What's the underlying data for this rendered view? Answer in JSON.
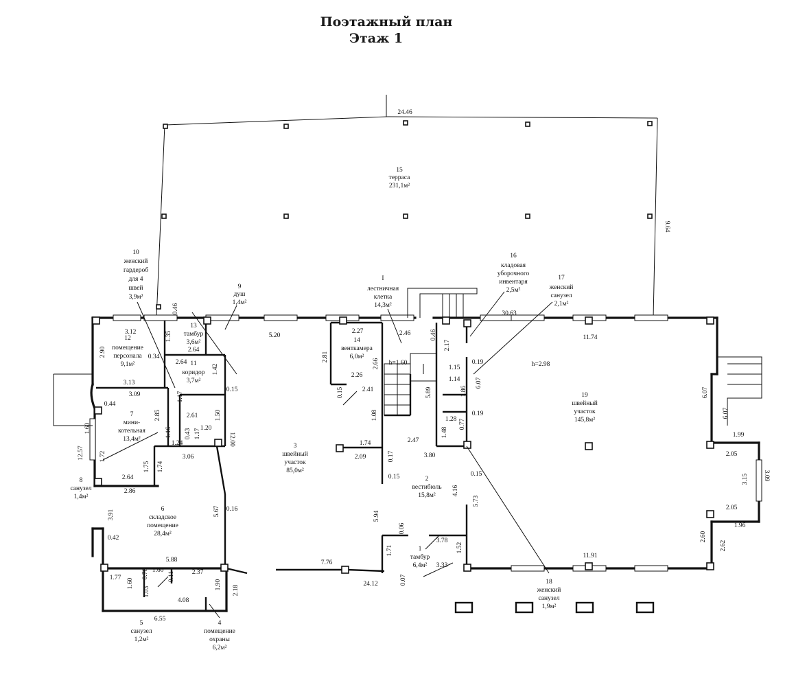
{
  "title": {
    "line1": "Поэтажный план",
    "line2": "Этаж 1"
  },
  "rooms": {
    "r1": {
      "num": "1",
      "name": "тамбур",
      "area": "6,4м²"
    },
    "r2": {
      "num": "2",
      "name": "вестибюль",
      "area": "15,8м²"
    },
    "r3": {
      "num": "3",
      "name1": "швейный",
      "name2": "участок",
      "area": "85,0м²"
    },
    "r4": {
      "num": "4",
      "name1": "помещение",
      "name2": "охраны",
      "area": "6,2м²"
    },
    "r5": {
      "num": "5",
      "name": "санузел",
      "area": "1,2м²"
    },
    "r6": {
      "num": "6",
      "name1": "складское",
      "name2": "помещение",
      "area": "28,4м²"
    },
    "r7": {
      "num": "7",
      "name1": "мини-",
      "name2": "котельная",
      "area": "13,4м²"
    },
    "r8": {
      "num": "8",
      "name": "санузел",
      "area": "1,4м²"
    },
    "r9": {
      "num": "9",
      "name": "душ",
      "area": "1,4м²"
    },
    "r10": {
      "num": "10",
      "name1": "женский",
      "name2": "гардероб",
      "name3": "для 4",
      "name4": "швей",
      "area": "3,9м²"
    },
    "r11": {
      "num": "11",
      "name": "коридор",
      "area": "3,7м²"
    },
    "r12": {
      "num": "12",
      "name1": "помещение",
      "name2": "персонала",
      "area": "9,1м²"
    },
    "r13": {
      "num": "13",
      "name": "тамбур",
      "area": "3,6м²"
    },
    "r14": {
      "num": "14",
      "name": "венткамера",
      "area": "6,0м²"
    },
    "r15": {
      "num": "15",
      "name": "терраса",
      "area": "231,1м²"
    },
    "r16": {
      "num": "16",
      "name1": "кладовая",
      "name2": "уборочного",
      "name3": "инвентаря",
      "area": "2,5м²"
    },
    "r17": {
      "num": "17",
      "name1": "женский",
      "name2": "санузел",
      "area": "2,1м²"
    },
    "r18": {
      "num": "18",
      "name1": "женский",
      "name2": "санузел",
      "area": "1,9м²"
    },
    "r19": {
      "num": "19",
      "name1": "швейный",
      "name2": "участок",
      "area": "145,8м²"
    },
    "rI": {
      "num": "I",
      "name1": "лестничная",
      "name2": "клетка",
      "area": "14,3м²"
    }
  },
  "dimensions": {
    "d24_46": "24.46",
    "d9_64": "9.64",
    "d30_63": "30.63",
    "d11_74": "11.74",
    "d5_20": "5.20",
    "d2_46": "2.46",
    "d0_46a": "0.46",
    "d0_46b": "0.46",
    "d3_12": "3.12",
    "d1_35": "1.35",
    "d2_90": "2.90",
    "d0_34": "0.34",
    "d2_64a": "2.64",
    "d2_64b": "2.64",
    "d1_42": "1.42",
    "d0_15a": "0.15",
    "d3_13": "3.13",
    "d3_09": "3.09",
    "d0_44": "0.44",
    "d2_85": "2.85",
    "d1_17a": "1.17",
    "d2_61": "2.61",
    "d1_50": "1.50",
    "d1_16": "1.16",
    "d1_24": "1.24",
    "d0_43": "0.43",
    "d1_20": "1.20",
    "d1_17b": "1.17",
    "d12_00": "12.00",
    "d1_60a": "1.60",
    "d12_57": "12.57",
    "d1_72": "1.72",
    "d3_06": "3.06",
    "d1_75": "1.75",
    "d1_74": "1.74",
    "d2_64c": "2.64",
    "d2_86": "2.86",
    "d3_91": "3.91",
    "d0_42": "0.42",
    "d5_67": "5.67",
    "d0_16": "0.16",
    "d5_88": "5.88",
    "d1_77": "1.77",
    "d0_78": "0.78",
    "d1_60b": "1.60",
    "d2_37": "2.37",
    "d0_11": "0.11",
    "d1_60c": "1.60",
    "d1_03": "1.03",
    "d1_90": "1.90",
    "d2_18": "2.18",
    "d4_08": "4.08",
    "d6_55": "6.55",
    "d7_76": "7.76",
    "d24_12": "24.12",
    "d2_27": "2.27",
    "d2_81": "2.81",
    "d2_66": "2.66",
    "d2_26": "2.26",
    "d0_15b": "0.15",
    "d2_41": "2.41",
    "h1_60": "h=1.60",
    "d1_08": "1.08",
    "d1_74b": "1.74",
    "d2_09": "2.09",
    "d0_17": "0.17",
    "d0_15c": "0.15",
    "d2_47": "2.47",
    "d3_80": "3.80",
    "d0_15d": "0.15",
    "d4_16": "4.16",
    "d5_73": "5.73",
    "d5_94": "5.94",
    "d0_06": "0.06",
    "d3_78": "3.78",
    "d1_71": "1.71",
    "d1_52": "1.52",
    "d3_33": "3.33",
    "d0_07": "0.07",
    "d2_17": "2.17",
    "d0_19a": "0.19",
    "d1_15": "1.15",
    "d1_14": "1.14",
    "d6_07a": "6.07",
    "d5_89": "5.89",
    "d1_86": "1.86",
    "d0_19b": "0.19",
    "d1_28": "1.28",
    "d0_77": "0.77",
    "d1_48": "1.48",
    "h2_98": "h=2.98",
    "d6_07b": "6.07",
    "d6_07c": "6.07",
    "d1_99": "1.99",
    "d2_05a": "2.05",
    "d3_15": "3.15",
    "d3_09b": "3.09",
    "d2_05b": "2.05",
    "d1_96": "1.96",
    "d2_60": "2.60",
    "d2_62": "2.62",
    "d11_91": "11.91"
  }
}
